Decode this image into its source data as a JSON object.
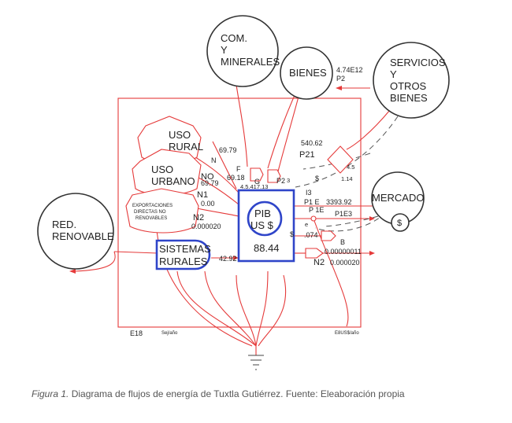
{
  "sources": {
    "com": [
      "COM.",
      "Y",
      "MINERALES"
    ],
    "bienes": "BIENES",
    "servicios": [
      "SERVICIOS",
      "Y",
      "OTROS",
      "BIENES"
    ],
    "red": [
      "RED.",
      "RENOVABLE"
    ],
    "mercado": "MERCADO",
    "dollar": "$"
  },
  "storages": {
    "uso_rural": [
      "USO",
      "RURAL"
    ],
    "uso_urbano": [
      "USO",
      "URBANO"
    ],
    "exportaciones": [
      "EXPORTACIONES",
      "DIRECTAS NO",
      "RENOVABLES"
    ]
  },
  "pib": {
    "title": "PIB",
    "unit": "US $",
    "value": "88.44"
  },
  "sistemas": [
    "SISTEMAS",
    "RURALES"
  ],
  "labels": {
    "l_474": "4.74E12",
    "l_p2_top": "P2",
    "l_540": "540.62",
    "l_p21": "P21",
    "l_45": "4.5",
    "l_dollar_small": "$",
    "l_114": "1.14",
    "l_6979a": "69.79",
    "l_n_a": "N",
    "l_no": "NO",
    "l_6979b": "69.79",
    "l_n1": "N1",
    "l_000": "0.00",
    "l_n2": "N2",
    "l_000020": "0.000020",
    "l_f": "F",
    "l_6918": "69.18",
    "l_4541713": "4.5.417.13",
    "l_g": "G",
    "l_p2_mid": "P2",
    "l_23": "3",
    "l_i3": "I3",
    "l_p1e": "P1 E",
    "l_3393": "3393.92",
    "l_p1e_b": "P 1E",
    "l_p1e3": "P1E3",
    "l_e": "e",
    "l_s": "$",
    "l_074": ".074",
    "l_b": "B",
    "l_00000011": "0.00000011",
    "l_n2b": "N2",
    "l_000020b": "0.000020",
    "l_4292": "42.92",
    "l_e18": "E18",
    "l_sejano": "Sej/año",
    "l_e8us": "E8US$/año"
  },
  "caption": {
    "prefix": "Figura 1.",
    "text": " Diagrama de flujos de energía de Tuxtla Gutiérrez. Fuente: Eleaboración propia"
  }
}
